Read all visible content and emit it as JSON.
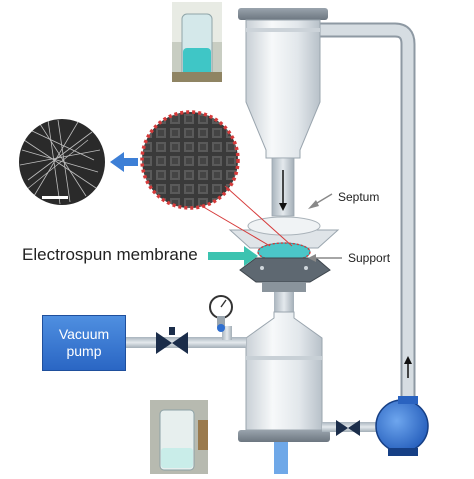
{
  "labels": {
    "septum": "Septum",
    "support": "Support",
    "membrane": "Electrospun membrane",
    "vacuum_line1": "Vacuum",
    "vacuum_line2": "pump"
  },
  "icons": [
    "pressure-gauge-icon",
    "valve-icon",
    "circulation-pump-icon",
    "flow-arrow-icon"
  ],
  "colors": {
    "pipe": "#b9c4cc",
    "vessel": "#e6eaee",
    "vacuum_pump": "#2f6fd0",
    "liquid": "#45c2c2",
    "highlight_ring": "#d63a3a",
    "teal_arrow": "#3cc3b0",
    "blue_arrow": "#3d7fd6"
  }
}
